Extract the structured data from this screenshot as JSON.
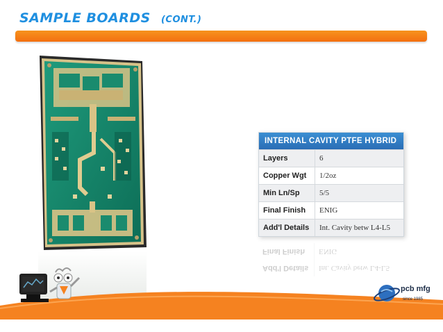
{
  "slide": {
    "title": "SAMPLE BOARDS",
    "title_sub": "(CONT.)",
    "accent_color": "#f7931e",
    "title_color": "#1f8fe0"
  },
  "table": {
    "header": "INTERNAL CAVITY PTFE HYBRID",
    "rows": [
      {
        "key": "Layers",
        "value": "6"
      },
      {
        "key": "Copper Wgt",
        "value": "1/2oz"
      },
      {
        "key": "Min Ln/Sp",
        "value": "5/5"
      },
      {
        "key": "Final Finish",
        "value": "ENIG"
      },
      {
        "key": "Add'l Details",
        "value": "Int. Cavity betw L4-L5"
      }
    ]
  },
  "logo": {
    "brand": "pcb mfg",
    "since": "since 1985"
  }
}
